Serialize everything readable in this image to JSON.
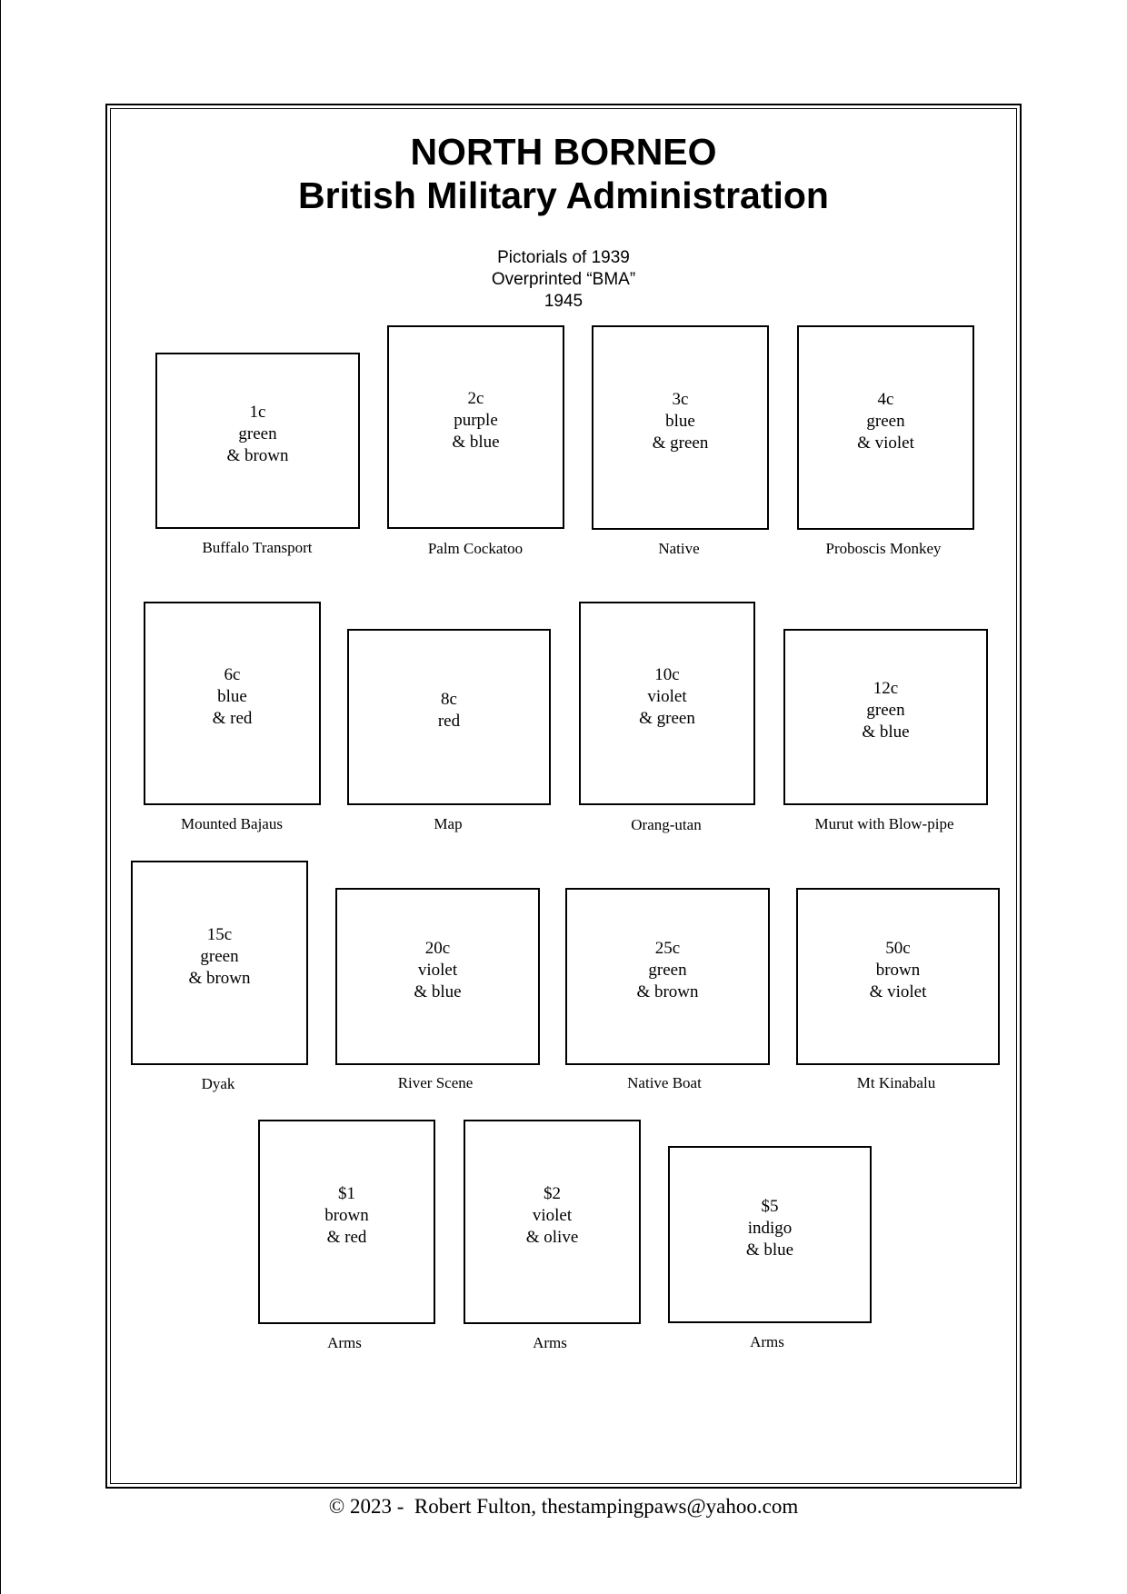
{
  "header": {
    "title_line1": "NORTH BORNEO",
    "title_line2": "British Military Administration",
    "subtitle_line1": "Pictorials of 1939",
    "subtitle_line2": "Overprinted “BMA”",
    "subtitle_line3": "1945"
  },
  "stamps": [
    {
      "value": "1c",
      "color1": "green",
      "color2": "& brown",
      "caption": "Buffalo Transport"
    },
    {
      "value": "2c",
      "color1": "purple",
      "color2": "& blue",
      "caption": "Palm Cockatoo"
    },
    {
      "value": "3c",
      "color1": "blue",
      "color2": "& green",
      "caption": "Native"
    },
    {
      "value": "4c",
      "color1": "green",
      "color2": "& violet",
      "caption": "Proboscis Monkey"
    },
    {
      "value": "6c",
      "color1": "blue",
      "color2": "& red",
      "caption": "Mounted Bajaus"
    },
    {
      "value": "8c",
      "color1": "red",
      "color2": "",
      "caption": "Map"
    },
    {
      "value": "10c",
      "color1": "violet",
      "color2": "& green",
      "caption": "Orang-utan"
    },
    {
      "value": "12c",
      "color1": "green",
      "color2": "& blue",
      "caption": "Murut with Blow-pipe"
    },
    {
      "value": "15c",
      "color1": "green",
      "color2": "& brown",
      "caption": "Dyak"
    },
    {
      "value": "20c",
      "color1": "violet",
      "color2": "& blue",
      "caption": "River Scene"
    },
    {
      "value": "25c",
      "color1": "green",
      "color2": "& brown",
      "caption": "Native Boat"
    },
    {
      "value": "50c",
      "color1": "brown",
      "color2": "& violet",
      "caption": "Mt Kinabalu"
    },
    {
      "value": "$1",
      "color1": "brown",
      "color2": "& red",
      "caption": "Arms"
    },
    {
      "value": "$2",
      "color1": "violet",
      "color2": "& olive",
      "caption": "Arms"
    },
    {
      "value": "$5",
      "color1": "indigo",
      "color2": "& blue",
      "caption": "Arms"
    }
  ],
  "footer": {
    "text": "© 2023 -  Robert Fulton, thestampingpaws@yahoo.com"
  }
}
